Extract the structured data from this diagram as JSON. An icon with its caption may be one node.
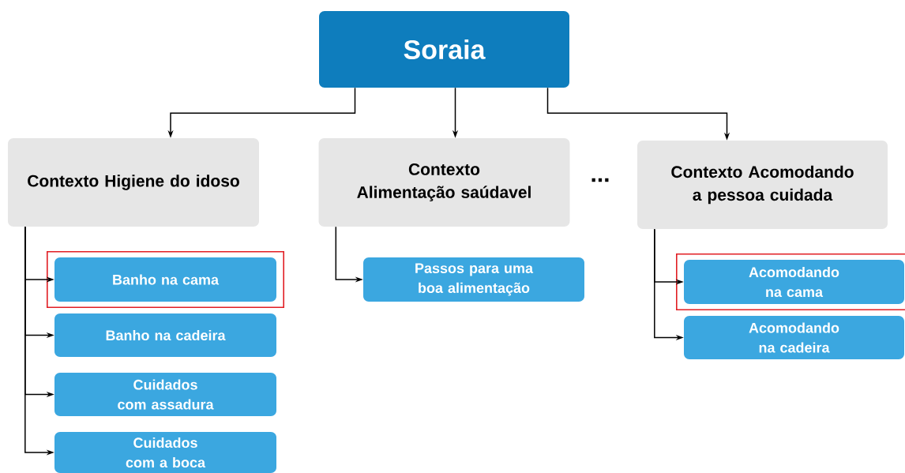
{
  "diagram": {
    "nodes": [
      {
        "text": [
          "Soraia"
        ]
      },
      {
        "text": [
          "Contexto Higiene do idoso"
        ]
      },
      {
        "text": [],
        "shape": "box"
      },
      {
        "text": [
          "Banho na cama"
        ],
        "in": 2
      },
      {
        "text": [
          "Banho na cadeira"
        ]
      },
      {
        "text": [
          "Cuidados com assadura"
        ]
      },
      {
        "text": [
          "Cuidados com a boca"
        ]
      },
      {
        "text": [
          "Contexto Alimentação saúdavel"
        ]
      },
      {
        "text": [
          "Passos para uma boa alimentação"
        ]
      },
      {
        "text": [
          "Contexto Acomodando a pessoa cuidada"
        ]
      },
      {
        "text": [],
        "shape": "box"
      },
      {
        "text": [
          "Acomodando na cama"
        ],
        "in": 10
      },
      {
        "text": [
          "Acomodando na cadeira"
        ]
      }
    ],
    "edges": [
      {
        "from": 0,
        "to": 1,
        "arrow": "to"
      },
      {
        "from": 0,
        "to": 7,
        "arrow": "to"
      },
      {
        "from": 0,
        "to": 9,
        "arrow": "to"
      },
      {
        "from": 1,
        "to": 3,
        "arrow": "to"
      },
      {
        "from": 1,
        "to": 4,
        "arrow": "to"
      },
      {
        "from": 1,
        "to": 5,
        "arrow": "to"
      },
      {
        "from": 1,
        "to": 6,
        "arrow": "to"
      },
      {
        "from": 7,
        "to": 8,
        "arrow": "to"
      },
      {
        "from": 9,
        "to": 11,
        "arrow": "to"
      },
      {
        "from": 9,
        "to": 12,
        "arrow": "to"
      }
    ],
    "labels": [
      "..."
    ]
  }
}
